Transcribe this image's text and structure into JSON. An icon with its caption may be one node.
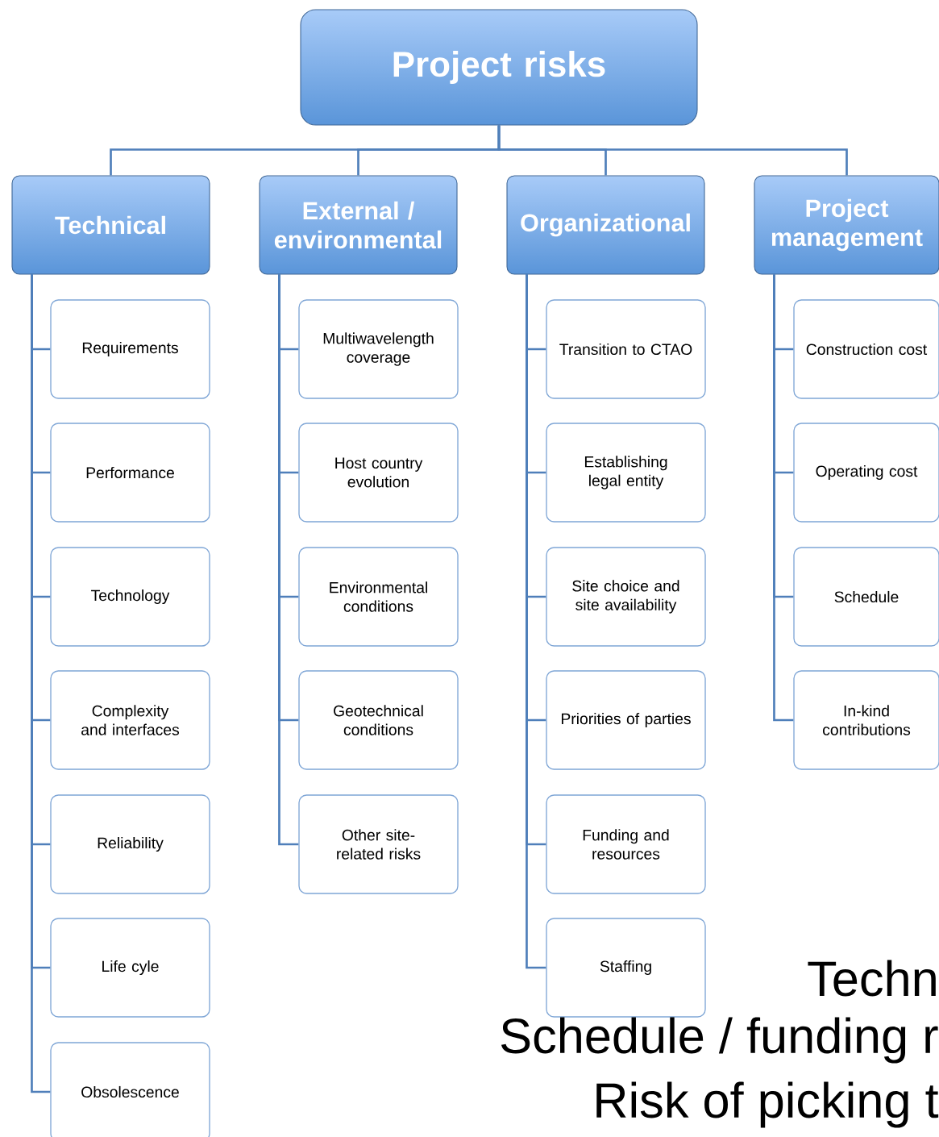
{
  "diagram": {
    "nodes": [
      {
        "text": [
          "Project risks"
        ]
      },
      {
        "text": [
          "Technical"
        ]
      },
      {
        "text": [
          "External / environmental"
        ]
      },
      {
        "text": [
          "Organizational"
        ]
      },
      {
        "text": [
          "Project management"
        ]
      },
      {
        "text": [
          "Requirements"
        ]
      },
      {
        "text": [
          "Performance"
        ]
      },
      {
        "text": [
          "Technology"
        ]
      },
      {
        "text": [
          "Complexity and interfaces"
        ]
      },
      {
        "text": [
          "Reliability"
        ]
      },
      {
        "text": [
          "Life cyle"
        ]
      },
      {
        "text": [
          "Obsolescence"
        ]
      },
      {
        "text": [
          "Multiwavelength coverage"
        ]
      },
      {
        "text": [
          "Host country evolution"
        ]
      },
      {
        "text": [
          "Environmental conditions"
        ]
      },
      {
        "text": [
          "Geotechnical conditions"
        ]
      },
      {
        "text": [
          "Other site-related risks"
        ]
      },
      {
        "text": [
          "Transition to CTAO"
        ]
      },
      {
        "text": [
          "Establishing legal entity"
        ]
      },
      {
        "text": [
          "Site choice and site availability"
        ]
      },
      {
        "text": [
          "Priorities of parties"
        ]
      },
      {
        "text": [
          "Funding and resources"
        ]
      },
      {
        "text": [
          "Staffing"
        ]
      },
      {
        "text": [
          "Construction cost"
        ]
      },
      {
        "text": [
          "Operating cost"
        ]
      },
      {
        "text": [
          "Schedule"
        ]
      },
      {
        "text": [
          "In-kind contributions"
        ]
      }
    ],
    "edges": [
      {
        "from": 0,
        "to": 1,
        "arrow": "none"
      },
      {
        "from": 0,
        "to": 2,
        "arrow": "none"
      },
      {
        "from": 0,
        "to": 3,
        "arrow": "none"
      },
      {
        "from": 0,
        "to": 4,
        "arrow": "none"
      },
      {
        "from": 1,
        "to": 5,
        "arrow": "none"
      },
      {
        "from": 1,
        "to": 6,
        "arrow": "none"
      },
      {
        "from": 1,
        "to": 7,
        "arrow": "none"
      },
      {
        "from": 1,
        "to": 8,
        "arrow": "none"
      },
      {
        "from": 1,
        "to": 9,
        "arrow": "none"
      },
      {
        "from": 1,
        "to": 10,
        "arrow": "none"
      },
      {
        "from": 1,
        "to": 11,
        "arrow": "none"
      },
      {
        "from": 2,
        "to": 12,
        "arrow": "none"
      },
      {
        "from": 2,
        "to": 13,
        "arrow": "none"
      },
      {
        "from": 2,
        "to": 14,
        "arrow": "none"
      },
      {
        "from": 2,
        "to": 15,
        "arrow": "none"
      },
      {
        "from": 2,
        "to": 16,
        "arrow": "none"
      },
      {
        "from": 3,
        "to": 17,
        "arrow": "none"
      },
      {
        "from": 3,
        "to": 18,
        "arrow": "none"
      },
      {
        "from": 3,
        "to": 19,
        "arrow": "none"
      },
      {
        "from": 3,
        "to": 20,
        "arrow": "none"
      },
      {
        "from": 3,
        "to": 21,
        "arrow": "none"
      },
      {
        "from": 3,
        "to": 22,
        "arrow": "none"
      },
      {
        "from": 4,
        "to": 23,
        "arrow": "none"
      },
      {
        "from": 4,
        "to": 24,
        "arrow": "none"
      },
      {
        "from": 4,
        "to": 25,
        "arrow": "none"
      },
      {
        "from": 4,
        "to": 26,
        "arrow": "none"
      }
    ],
    "labels": [
      "Techn",
      "Schedule / funding r",
      "Risk of picking t"
    ]
  }
}
